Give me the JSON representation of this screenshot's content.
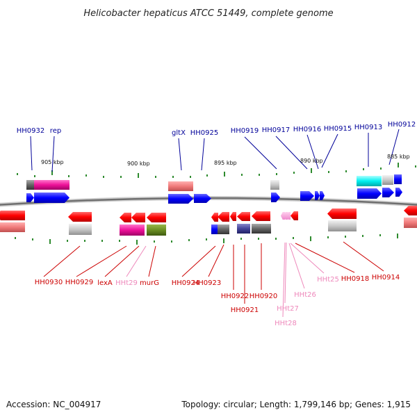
{
  "title": "Helicobacter hepaticus ATCC 51449, complete genome",
  "footer": {
    "accession": "Accession: NC_004917",
    "summary": "Topology: circular; Length: 1,799,146 bp; Genes: 1,915"
  },
  "colors": {
    "plus_label": "#000099",
    "minus_label": "#cc0000",
    "trna_label": "#ee88bb",
    "backbone": "#777777",
    "tick": "#2e8b2e"
  },
  "scale_labels": [
    "905 kbp",
    "900 kbp",
    "895 kbp",
    "890 kbp",
    "885 kbp"
  ],
  "top_labels": [
    "HH0932",
    "rep",
    "gltX",
    "HH0925",
    "HH0919",
    "HH0917",
    "HH0916",
    "HH0915",
    "HH0913",
    "HH0912"
  ],
  "bottom_labels": [
    "HH0930",
    "HH0929",
    "lexA",
    "HHt29",
    "murG",
    "HH0924",
    "HH0923",
    "HH0922",
    "HH0921",
    "HH0920",
    "HHt28",
    "HHt27",
    "HHt26",
    "HHt25",
    "HH0918",
    "HH0914"
  ]
}
